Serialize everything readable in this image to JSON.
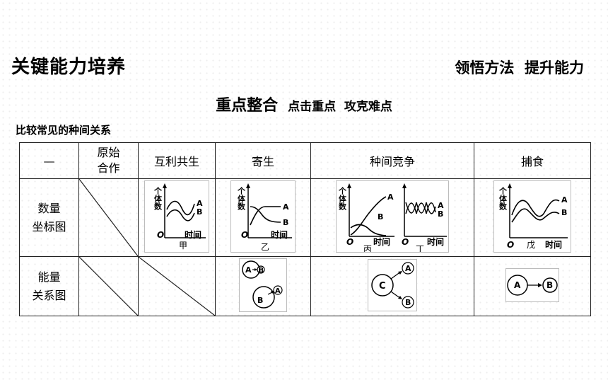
{
  "header": {
    "left_title": "关键能力培养",
    "right_title": "领悟方法  提升能力"
  },
  "center": {
    "title": "重点整合",
    "subtitle": "点击重点  攻克难点"
  },
  "section_label": "比较常见的种间关系",
  "table": {
    "corner": "—",
    "columns": [
      "原始\n合作",
      "互利共生",
      "寄生",
      "种间竞争",
      "捕食"
    ],
    "rows": [
      "数量\n坐标图",
      "能量\n关系图"
    ]
  },
  "graph_text": {
    "ylabel": "个体数",
    "xlabel": "时间",
    "origin": "O",
    "A": "A",
    "B": "B",
    "C": "C",
    "jia": "甲",
    "yi": "乙",
    "bing": "丙",
    "ding": "丁",
    "wu": "戊"
  }
}
